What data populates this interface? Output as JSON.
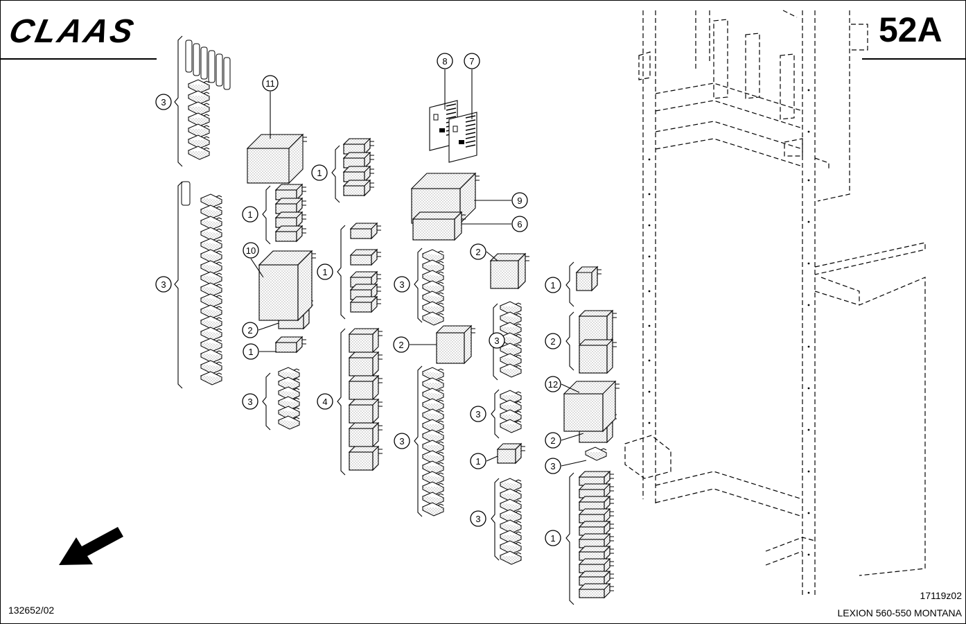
{
  "header": {
    "brand_logo_text": "CLAAS",
    "page_number": "52A"
  },
  "footer": {
    "drawing_id": "132652/02",
    "figure_code": "17119z02",
    "model_name": "LEXION 560-550 MONTANA"
  },
  "parts": {
    "fuse": {
      "icon": "blade-fuse-icon"
    },
    "mini_relay": {
      "icon": "mini-relay-icon"
    },
    "relay": {
      "icon": "relay-icon"
    },
    "large_relay": {
      "icon": "large-relay-icon"
    },
    "label_sheet": {
      "icon": "label-sheet-icon"
    }
  },
  "callouts": [
    {
      "num": "3",
      "part": "fuse"
    },
    {
      "num": "3",
      "part": "fuse"
    },
    {
      "num": "11",
      "part": "large_relay"
    },
    {
      "num": "1",
      "part": "mini_relay"
    },
    {
      "num": "1",
      "part": "mini_relay"
    },
    {
      "num": "10",
      "part": "large_relay"
    },
    {
      "num": "2",
      "part": "relay"
    },
    {
      "num": "1",
      "part": "mini_relay"
    },
    {
      "num": "3",
      "part": "fuse"
    },
    {
      "num": "1",
      "part": "mini_relay"
    },
    {
      "num": "4",
      "part": "mini_relay"
    },
    {
      "num": "8",
      "part": "label_sheet"
    },
    {
      "num": "7",
      "part": "label_sheet"
    },
    {
      "num": "9",
      "part": "large_relay"
    },
    {
      "num": "6",
      "part": "large_relay"
    },
    {
      "num": "3",
      "part": "fuse"
    },
    {
      "num": "2",
      "part": "relay"
    },
    {
      "num": "2",
      "part": "relay"
    },
    {
      "num": "3",
      "part": "fuse"
    },
    {
      "num": "3",
      "part": "fuse"
    },
    {
      "num": "3",
      "part": "fuse"
    },
    {
      "num": "1",
      "part": "mini_relay"
    },
    {
      "num": "3",
      "part": "fuse"
    },
    {
      "num": "1",
      "part": "mini_relay"
    },
    {
      "num": "2",
      "part": "relay"
    },
    {
      "num": "12",
      "part": "large_relay"
    },
    {
      "num": "2",
      "part": "relay"
    },
    {
      "num": "3",
      "part": "fuse"
    },
    {
      "num": "1",
      "part": "mini_relay"
    }
  ]
}
